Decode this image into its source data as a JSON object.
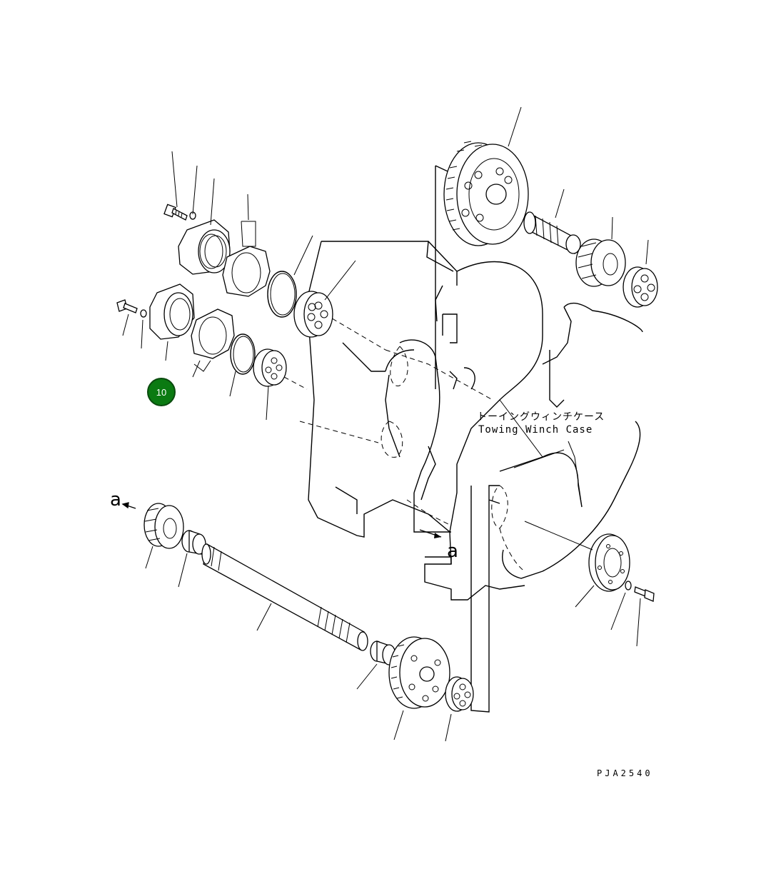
{
  "case_label_jp": "トーイングウィンチケース",
  "case_label_en": "Towing Winch Case",
  "view_marker_top": "a",
  "view_marker_bottom": "a",
  "drawing_code": "PJA2540",
  "callout_badge": {
    "number": "10",
    "color": "#0b7a12"
  }
}
